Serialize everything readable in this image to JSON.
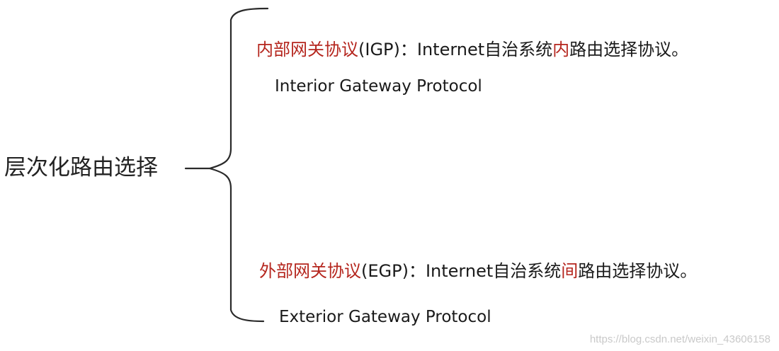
{
  "root": {
    "label": "层次化路由选择"
  },
  "branches": [
    {
      "name_cn": "内部网关协议",
      "abbr": "(IGP)",
      "separator": "：",
      "desc_pre": "Internet自治系统",
      "desc_accent": "内",
      "desc_post": "路由选择协议。",
      "full_name": "Interior Gateway Protocol"
    },
    {
      "name_cn": "外部网关协议",
      "abbr": "(EGP)",
      "separator": "：",
      "desc_pre": "Internet自治系统",
      "desc_accent": "间",
      "desc_post": "路由选择协议。",
      "full_name": "Exterior Gateway Protocol"
    }
  ],
  "watermark": "https://blog.csdn.net/weixin_43606158",
  "colors": {
    "accent": "#b5261e",
    "text": "#1a1a1a",
    "brace": "#2a2a2a",
    "watermark": "#c9c9c9"
  }
}
